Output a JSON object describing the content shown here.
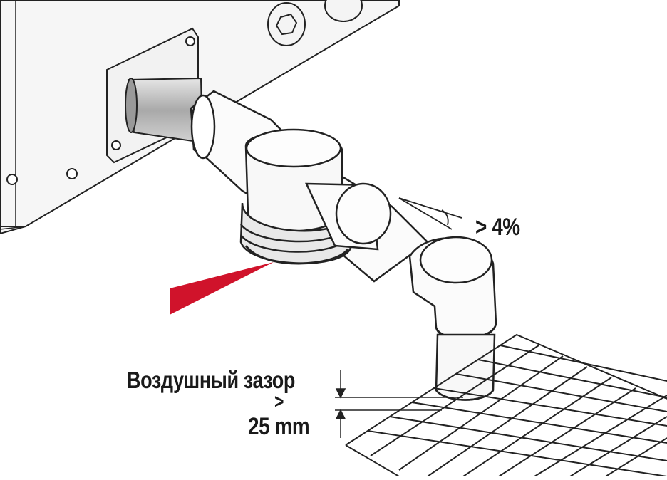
{
  "labels": {
    "slope": "> 4%",
    "air_gap": "Воздушный зазор",
    "gap_symbol": ">",
    "gap_value": "25 mm"
  },
  "colors": {
    "outline": "#222222",
    "body_fill": "#f4f4f4",
    "pipe_gray": "#bdbdbd",
    "red_arrow": "#d0132b"
  },
  "icons": {
    "direction_arrow": "red-wedge-arrow",
    "dimension_arrows": "vertical-dimension-arrows"
  }
}
